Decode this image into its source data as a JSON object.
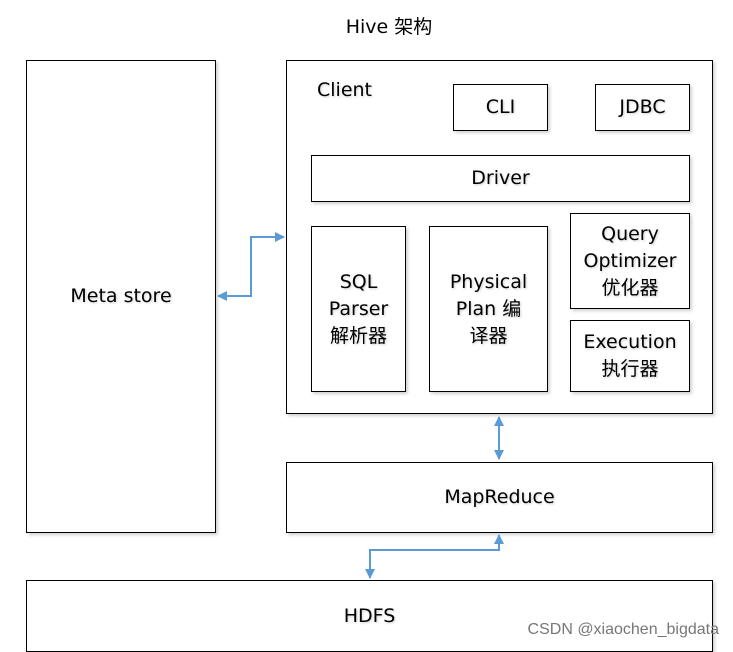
{
  "title": "Hive 架构",
  "nodes": {
    "metastore": "Meta store",
    "client": "Client",
    "cli": "CLI",
    "jdbc": "JDBC",
    "driver": "Driver",
    "sql_parser": [
      "SQL",
      "Parser",
      "解析器"
    ],
    "physical_plan": [
      "Physical",
      "Plan 编",
      "译器"
    ],
    "query_optimizer": [
      "Query",
      "Optimizer",
      "优化器"
    ],
    "execution": [
      "Execution",
      "执行器"
    ],
    "mapreduce": "MapReduce",
    "hdfs": "HDFS"
  },
  "arrow_color": "#5b9bd5",
  "watermark": "CSDN @xiaochen_bigdata"
}
